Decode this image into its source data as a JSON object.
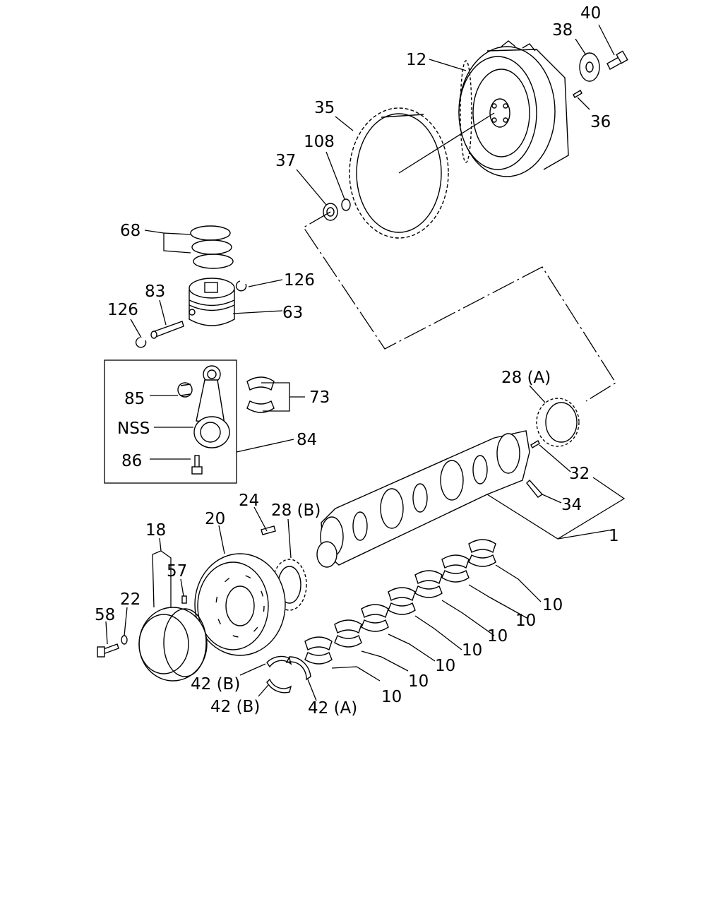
{
  "callouts": {
    "c40": "40",
    "c38": "38",
    "c12": "12",
    "c36": "36",
    "c35": "35",
    "c108": "108",
    "c37": "37",
    "c68": "68",
    "c126a": "126",
    "c83": "83",
    "c126b": "126",
    "c63": "63",
    "c85": "85",
    "cnss": "NSS",
    "c86": "86",
    "c73": "73",
    "c84": "84",
    "c28a": "28 (A)",
    "c32": "32",
    "c34": "34",
    "c1": "1",
    "c24": "24",
    "c28b": "28 (B)",
    "c20": "20",
    "c18": "18",
    "c57": "57",
    "c22": "22",
    "c58": "58",
    "c10a": "10",
    "c10b": "10",
    "c10c": "10",
    "c10d": "10",
    "c10e": "10",
    "c10f": "10",
    "c10g": "10",
    "c42b1": "42 (B)",
    "c42b2": "42 (B)",
    "c42a": "42 (A)"
  }
}
